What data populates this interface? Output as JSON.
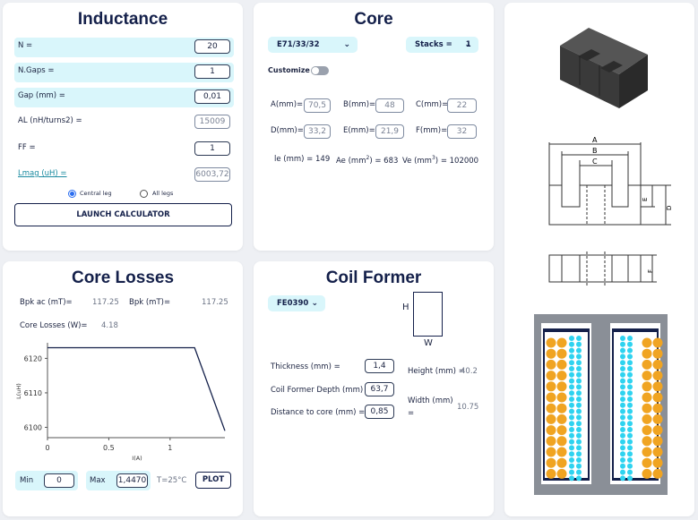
{
  "inductance": {
    "title": "Inductance",
    "fields": [
      {
        "label": "N =",
        "value": "20"
      },
      {
        "label": "N.Gaps =",
        "value": "1"
      },
      {
        "label": "Gap (mm) =",
        "value": "0,01"
      },
      {
        "label": "AL (nH/turns2) =",
        "value": "15009"
      },
      {
        "label": "FF =",
        "value": "1"
      },
      {
        "label": "Lmag (uH) =",
        "value": "6003,72"
      }
    ],
    "radio_central": "Central leg",
    "radio_all": "All legs",
    "launch_label": "LAUNCH CALCULATOR"
  },
  "core": {
    "title": "Core",
    "core_select": "E71/33/32",
    "stacks_label": "Stacks =",
    "stacks_value": "1",
    "customize_label": "Customize",
    "dims": [
      {
        "label": "A(mm)=",
        "value": "70,5"
      },
      {
        "label": "B(mm)=",
        "value": "48"
      },
      {
        "label": "C(mm)=",
        "value": "22"
      },
      {
        "label": "D(mm)=",
        "value": "33,2"
      },
      {
        "label": "E(mm)=",
        "value": "21,9"
      },
      {
        "label": "F(mm)=",
        "value": "32"
      }
    ],
    "le_text": "le (mm) = 149",
    "ae_prefix": "Ae (mm",
    "ae_suffix": ") = 683",
    "ve_prefix": "Ve (mm",
    "ve_suffix": ") = 102000",
    "sup_2": "2",
    "sup_3": "3"
  },
  "drawing": {
    "dim_a": "A",
    "dim_b": "B",
    "dim_c": "C",
    "dim_d": "D",
    "dim_e": "E",
    "dim_f": "F"
  },
  "losses": {
    "title": "Core Losses",
    "bpk_ac_label": "Bpk ac (mT)=",
    "bpk_ac_value": "117.25",
    "bpk_label": "Bpk (mT)=",
    "bpk_value": "117.25",
    "core_losses_label": "Core Losses (W)=",
    "core_losses_value": "4.18",
    "min_label": "Min",
    "min_value": "0",
    "max_label": "Max",
    "max_value": "1,4470",
    "temp": "T=25°C",
    "plot_label": "PLOT"
  },
  "chart_data": {
    "type": "line",
    "xlabel": "I(A)",
    "ylabel": "L(uH)",
    "x_ticks": [
      "0",
      "0.5",
      "1"
    ],
    "y_ticks": [
      "6120",
      "6110",
      "6100"
    ],
    "xlim": [
      0,
      1.447
    ],
    "ylim": [
      6097,
      6124
    ],
    "series": [
      {
        "x": [
          0,
          1.2,
          1.447
        ],
        "y": [
          6123.1,
          6123.1,
          6099
        ]
      }
    ]
  },
  "former": {
    "title": "Coil Former",
    "select": "FE0390",
    "h_label": "H",
    "w_label": "W",
    "thickness_label": "Thickness (mm) =",
    "thickness_value": "1,4",
    "depth_label": "Coil Former Depth (mm) =",
    "depth_value": "63,7",
    "distance_label": "Distance to core (mm) =",
    "distance_value": "0,85",
    "height_label": "Height (mm) =",
    "height_value": "40.2",
    "width_label": "Width (mm)",
    "width_eq": "=",
    "width_value": "10.75"
  },
  "colors": {
    "accent": "#d9f6fb",
    "navy": "#14204a",
    "winding_orange": "#f0a422",
    "winding_cyan": "#2ed3f0",
    "core_gray": "#8a8f97"
  }
}
